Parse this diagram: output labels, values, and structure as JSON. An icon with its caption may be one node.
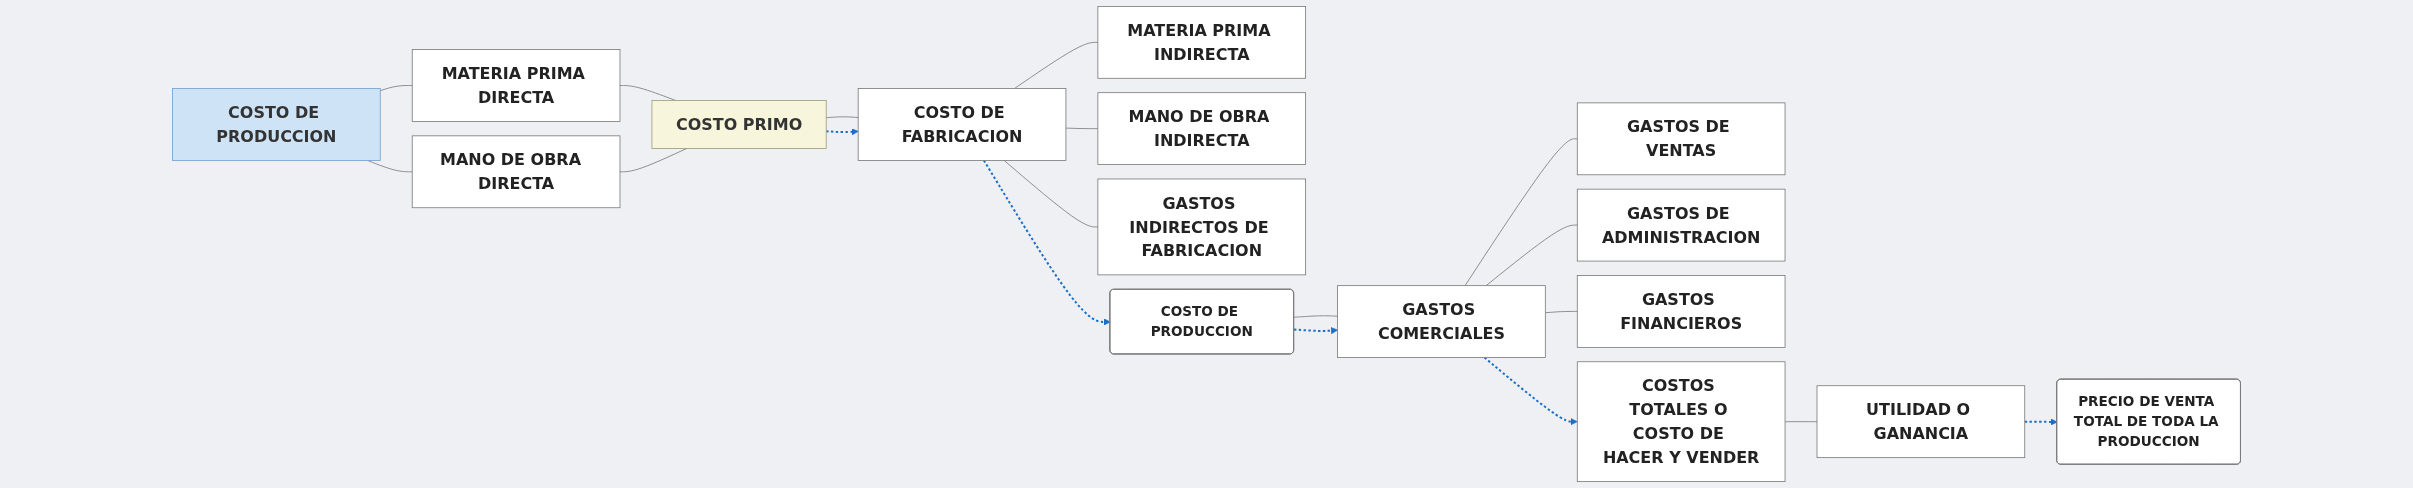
{
  "diagram": {
    "nodes": [
      {
        "text": [
          "COSTO DE PRODUCCION"
        ]
      },
      {
        "text": [
          "MATERIA PRIMA DIRECTA"
        ]
      },
      {
        "text": [
          "MANO DE OBRA  DIRECTA"
        ]
      },
      {
        "text": [
          "COSTO PRIMO"
        ]
      },
      {
        "text": [
          "COSTO DE FABRICACION"
        ]
      },
      {
        "text": [
          "MATERIA PRIMA INDIRECTA"
        ]
      },
      {
        "text": [
          "MANO DE OBRA INDIRECTA"
        ]
      },
      {
        "text": [
          "GASTOS INDIRECTOS DE FABRICACION"
        ]
      },
      {
        "text": [
          "COSTO DE PRODUCCION"
        ]
      },
      {
        "text": [
          "GASTOS COMERCIALES"
        ]
      },
      {
        "text": [
          "GASTOS DE VENTAS"
        ]
      },
      {
        "text": [
          "GASTOS DE ADMINISTRACION"
        ]
      },
      {
        "text": [
          "GASTOS FINANCIEROS"
        ]
      },
      {
        "text": [
          "COSTOS TOTALES O COSTO DE HACER Y VENDER"
        ]
      },
      {
        "text": [
          "UTILIDAD O GANANCIA"
        ]
      },
      {
        "text": [
          "PRECIO DE VENTA TOTAL DE TODA LA PRODUCCION"
        ]
      }
    ],
    "edges": [
      {
        "from": 0,
        "to": 1,
        "arrow": "none"
      },
      {
        "from": 0,
        "to": 2,
        "arrow": "none"
      },
      {
        "from": 1,
        "to": 3,
        "arrow": "none"
      },
      {
        "from": 2,
        "to": 3,
        "arrow": "none"
      },
      {
        "from": 3,
        "to": 4,
        "arrow": "none"
      },
      {
        "from": 3,
        "to": 4,
        "arrow": "to",
        "style": "dashed",
        "color": "#1a6fc9"
      },
      {
        "from": 4,
        "to": 5,
        "arrow": "none"
      },
      {
        "from": 4,
        "to": 6,
        "arrow": "none"
      },
      {
        "from": 4,
        "to": 7,
        "arrow": "none"
      },
      {
        "from": 4,
        "to": 8,
        "arrow": "to",
        "style": "dashed",
        "color": "#1a6fc9"
      },
      {
        "from": 8,
        "to": 9,
        "arrow": "none"
      },
      {
        "from": 8,
        "to": 9,
        "arrow": "to",
        "style": "dashed",
        "color": "#1a6fc9"
      },
      {
        "from": 9,
        "to": 10,
        "arrow": "none"
      },
      {
        "from": 9,
        "to": 11,
        "arrow": "none"
      },
      {
        "from": 9,
        "to": 12,
        "arrow": "none"
      },
      {
        "from": 9,
        "to": 13,
        "arrow": "to",
        "style": "dashed",
        "color": "#1a6fc9"
      },
      {
        "from": 13,
        "to": 14,
        "arrow": "none"
      },
      {
        "from": 14,
        "to": 15,
        "arrow": "to",
        "style": "dashed",
        "color": "#1a6fc9"
      }
    ]
  }
}
